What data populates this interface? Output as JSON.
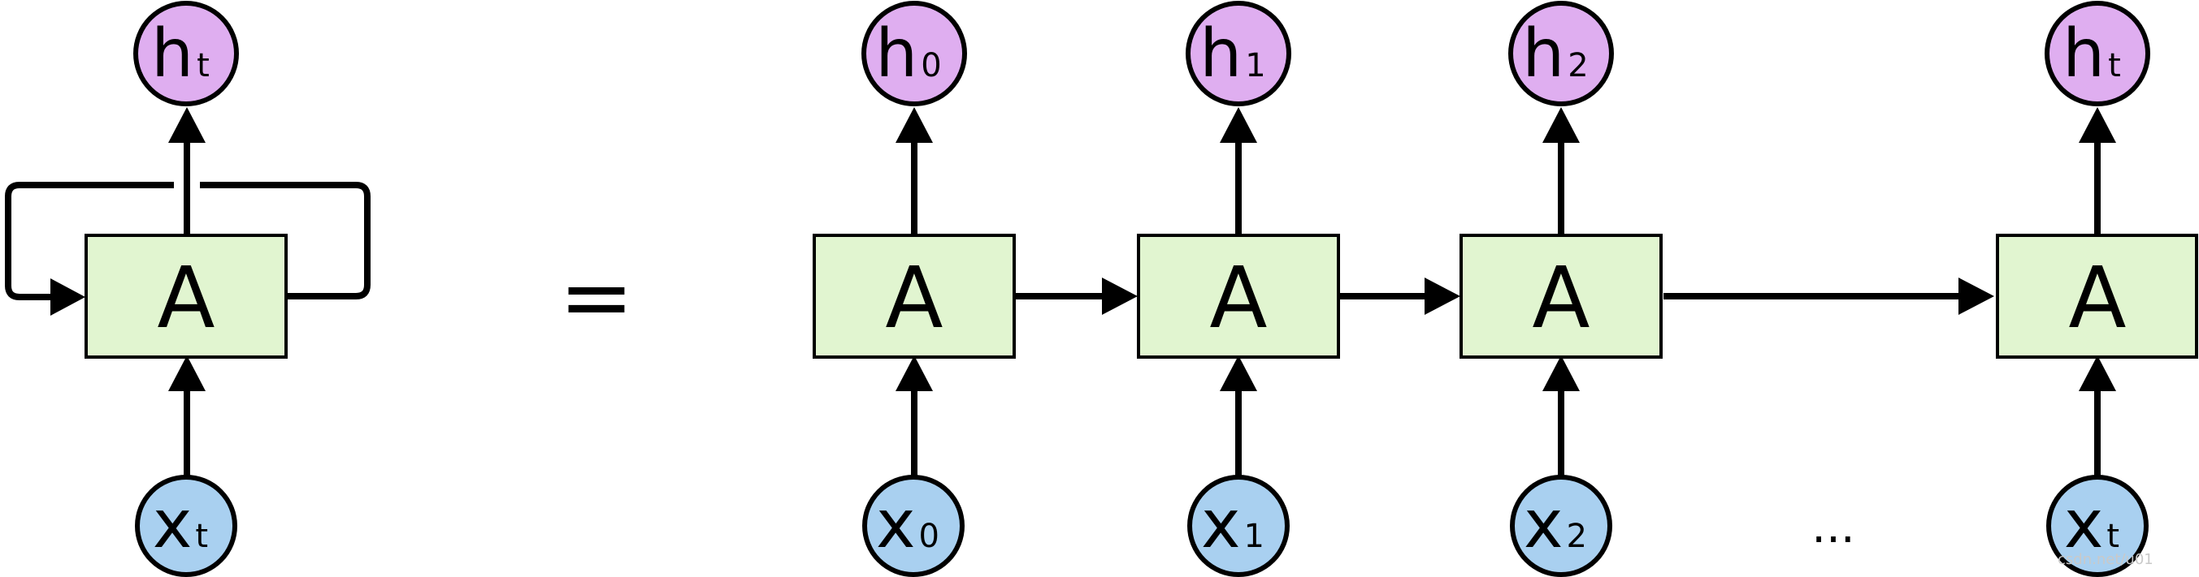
{
  "diagram": {
    "rolled": {
      "block_label": "A",
      "input": {
        "main": "x",
        "sub": "t"
      },
      "output": {
        "main": "h",
        "sub": "t"
      }
    },
    "equals_sign": "=",
    "ellipsis": "...",
    "unrolled": [
      {
        "block_label": "A",
        "input": {
          "main": "x",
          "sub": "0"
        },
        "output": {
          "main": "h",
          "sub": "0"
        }
      },
      {
        "block_label": "A",
        "input": {
          "main": "x",
          "sub": "1"
        },
        "output": {
          "main": "h",
          "sub": "1"
        }
      },
      {
        "block_label": "A",
        "input": {
          "main": "x",
          "sub": "2"
        },
        "output": {
          "main": "h",
          "sub": "2"
        }
      },
      {
        "block_label": "A",
        "input": {
          "main": "x",
          "sub": "t"
        },
        "output": {
          "main": "h",
          "sub": "t"
        }
      }
    ],
    "watermark": "csdn.net/u01"
  },
  "colors": {
    "block_fill": "#e1f5d0",
    "output_node_fill": "#dfaef0",
    "input_node_fill": "#a9d0f0",
    "stroke": "#000000"
  }
}
